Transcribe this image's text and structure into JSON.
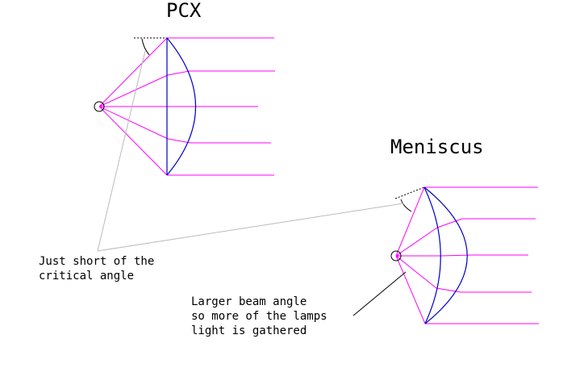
{
  "pcx": {
    "title": "PCX"
  },
  "meniscus": {
    "title": "Meniscus"
  },
  "annotations": {
    "critical_angle": [
      "Just short of the",
      "critical angle"
    ],
    "beam_angle": [
      "Larger beam angle",
      "so more of the lamps",
      "light is gathered"
    ]
  },
  "colors": {
    "ray": "#ff00ff",
    "lens": "#0000c8",
    "leader": "#bbbbbb",
    "ink": "#000000"
  }
}
